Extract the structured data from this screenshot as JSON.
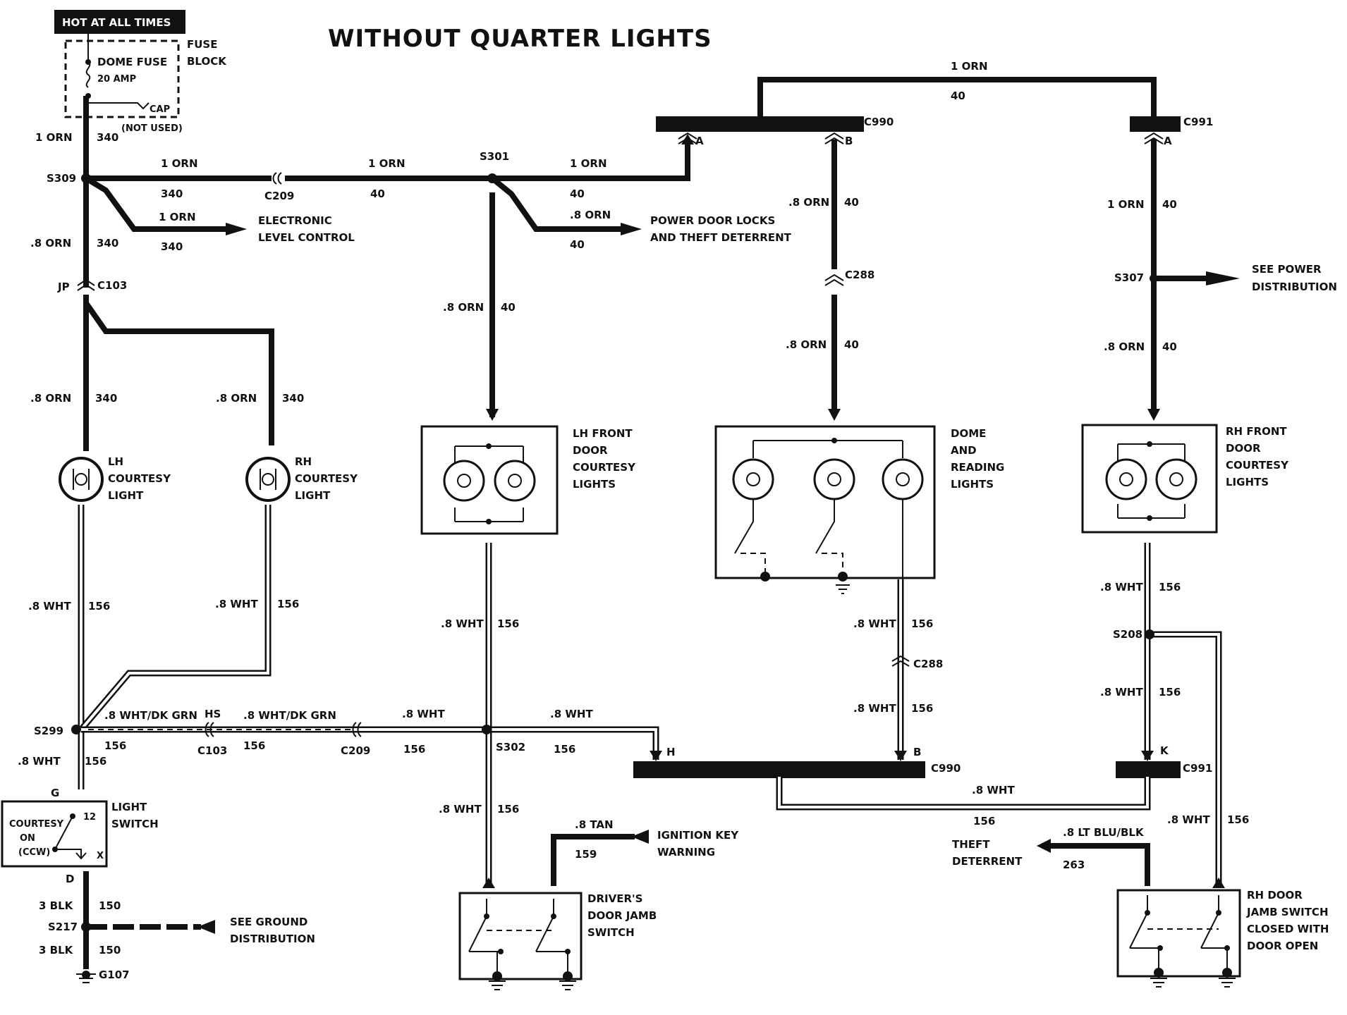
{
  "title": "WITHOUT QUARTER LIGHTS",
  "header": {
    "hot": "HOT AT ALL TIMES"
  },
  "fuse": {
    "block1": "FUSE",
    "block2": "BLOCK",
    "name": "DOME FUSE",
    "amp": "20 AMP",
    "cap": "CAP",
    "notused": "(NOT USED)"
  },
  "w": {
    "orn1": "1 ORN",
    "orn8": ".8 ORN",
    "wht8": ".8 WHT",
    "whtdkgrn": ".8 WHT/DK GRN",
    "tan8": ".8 TAN",
    "ltblublk": ".8 LT BLU/BLK",
    "blk3": "3 BLK",
    "c340": "340",
    "c40": "40",
    "c156": "156",
    "c159": "159",
    "c263": "263",
    "c150": "150",
    "c12": "12"
  },
  "conn": {
    "s309": "S309",
    "c209": "C209",
    "s301": "S301",
    "c990": "C990",
    "c991": "C991",
    "c288": "C288",
    "s307": "S307",
    "c103": "C103",
    "jp": "JP",
    "hs": "HS",
    "s299": "S299",
    "s302": "S302",
    "s208": "S208",
    "s217": "S217",
    "g107": "G107",
    "a": "A",
    "b": "B",
    "h": "H",
    "k": "K",
    "g": "G",
    "d": "D",
    "x": "X"
  },
  "dest": {
    "elc1": "ELECTRONIC",
    "elc2": "LEVEL CONTROL",
    "pdl1": "POWER DOOR LOCKS",
    "pdl2": "AND THEFT DETERRENT",
    "spd1": "SEE POWER",
    "spd2": "DISTRIBUTION",
    "sgd1": "SEE GROUND",
    "sgd2": "DISTRIBUTION",
    "ikw1": "IGNITION KEY",
    "ikw2": "WARNING",
    "td1": "THEFT",
    "td2": "DETERRENT"
  },
  "comp": {
    "lhc": [
      "LH",
      "COURTESY",
      "LIGHT"
    ],
    "rhc": [
      "RH",
      "COURTESY",
      "LIGHT"
    ],
    "lhf": [
      "LH FRONT",
      "DOOR",
      "COURTESY",
      "LIGHTS"
    ],
    "dome": [
      "DOME",
      "AND",
      "READING",
      "LIGHTS"
    ],
    "rhf": [
      "RH FRONT",
      "DOOR",
      "COURTESY",
      "LIGHTS"
    ],
    "ls": [
      "LIGHT",
      "SWITCH"
    ],
    "ls_in": [
      "COURTESY",
      "ON",
      "(CCW)"
    ],
    "djs": [
      "DRIVER'S",
      "DOOR JAMB",
      "SWITCH"
    ],
    "rhdj": [
      "RH DOOR",
      "JAMB SWITCH",
      "CLOSED WITH",
      "DOOR OPEN"
    ]
  }
}
